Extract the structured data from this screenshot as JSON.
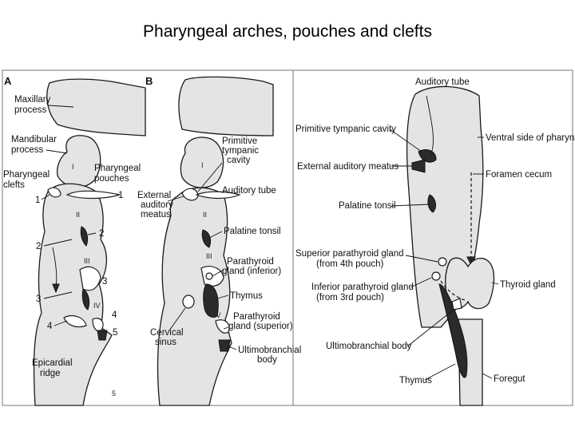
{
  "title": "Pharyngeal arches, pouches and clefts",
  "panel_a": {
    "letter": "A",
    "labels": {
      "maxillary": [
        "Maxillary",
        "process"
      ],
      "mandibular": [
        "Mandibular",
        "process"
      ],
      "clefts": [
        "Pharyngeal",
        "clefts"
      ],
      "pouches": [
        "Pharyngeal",
        "pouches"
      ],
      "epicardial": [
        "Epicardial",
        "ridge"
      ]
    },
    "arch_numerals": [
      "I",
      "II",
      "III",
      "IV"
    ],
    "cleft_numbers": [
      "1",
      "2",
      "3",
      "4"
    ],
    "pouch_numbers": [
      "1",
      "2",
      "3",
      "4",
      "5"
    ],
    "corner_mark": "5"
  },
  "panel_b": {
    "letter": "B",
    "labels": {
      "tympanic": [
        "Primitive",
        "tympanic",
        "cavity"
      ],
      "external": [
        "External",
        "auditory",
        "meatus"
      ],
      "auditory_tube": "Auditory tube",
      "palatine": "Palatine tonsil",
      "parathyroid_inf": [
        "Parathyroid",
        "gland (inferior)"
      ],
      "thymus": "Thymus",
      "parathyroid_sup": [
        "Parathyroid",
        "gland (superior)"
      ],
      "ultimobranchial": [
        "Ultimobranchial",
        "body"
      ],
      "cervical": [
        "Cervical",
        "sinus"
      ]
    },
    "arch_numerals": [
      "I",
      "II",
      "III",
      "IV"
    ]
  },
  "panel_c": {
    "labels": {
      "auditory_tube": "Auditory tube",
      "tympanic": "Primitive tympanic cavity",
      "ventral": "Ventral side of pharynx",
      "external": "External auditory meatus",
      "foramen": "Foramen cecum",
      "palatine": "Palatine tonsil",
      "sup_parathyroid": [
        "Superior parathyroid gland",
        "(from 4th pouch)"
      ],
      "inf_parathyroid": [
        "Inferior parathyroid gland",
        "(from 3rd pouch)"
      ],
      "thyroid": "Thyroid gland",
      "ultimobranchial": "Ultimobranchial body",
      "thymus": "Thymus",
      "foregut": "Foregut"
    }
  }
}
